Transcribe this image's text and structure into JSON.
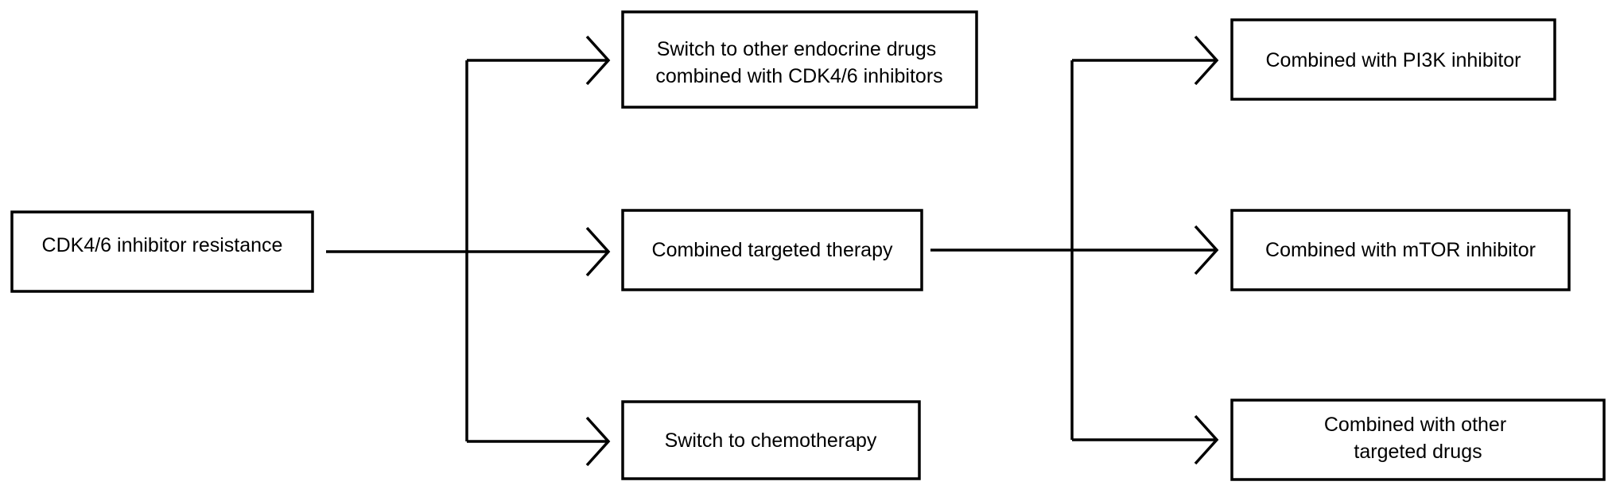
{
  "diagram": {
    "nodes": {
      "root": {
        "lines": [
          "CDK4/6 inhibitor resistance"
        ]
      },
      "switch_endocrine": {
        "lines": [
          "Switch to other endocrine drugs",
          "combined with CDK4/6 inhibitors"
        ]
      },
      "combined_targeted": {
        "lines": [
          "Combined targeted therapy"
        ]
      },
      "switch_chemo": {
        "lines": [
          "Switch to chemotherapy"
        ]
      },
      "pi3k": {
        "lines": [
          "Combined with PI3K inhibitor"
        ]
      },
      "mtor": {
        "lines": [
          "Combined with mTOR inhibitor"
        ]
      },
      "other_targeted": {
        "lines": [
          "Combined with other",
          "targeted drugs"
        ]
      }
    },
    "edges": [
      {
        "from": "root",
        "to": "switch_endocrine"
      },
      {
        "from": "root",
        "to": "combined_targeted"
      },
      {
        "from": "root",
        "to": "switch_chemo"
      },
      {
        "from": "combined_targeted",
        "to": "pi3k"
      },
      {
        "from": "combined_targeted",
        "to": "mtor"
      },
      {
        "from": "combined_targeted",
        "to": "other_targeted"
      }
    ],
    "colors": {
      "stroke": "#000000",
      "background": "#ffffff",
      "text": "#000000"
    }
  }
}
